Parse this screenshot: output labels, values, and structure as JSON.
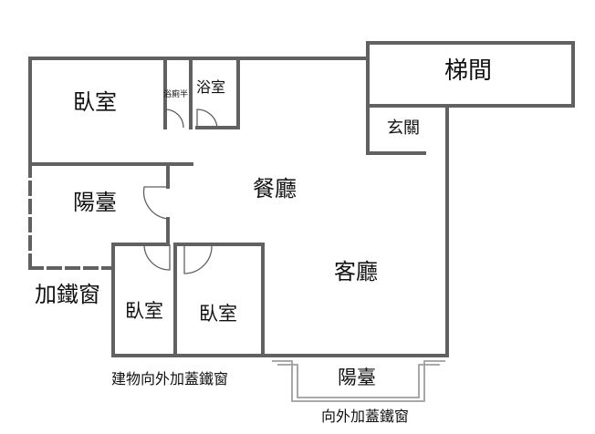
{
  "floorplan": {
    "colors": {
      "wall": "#616161",
      "outer_balcony": "#9e9e9e",
      "text": "#111111"
    },
    "rooms": {
      "bedroom_main": "臥室",
      "half_bath": "浴廁半",
      "bathroom": "浴室",
      "stairwell": "梯間",
      "foyer": "玄關",
      "balcony_left": "陽臺",
      "dining_room": "餐廳",
      "living_room": "客廳",
      "bedroom_small_a": "臥室",
      "bedroom_small_b": "臥室",
      "balcony_front": "陽臺"
    },
    "annotations": {
      "iron_window": "加鐵窗",
      "building_iron_window": "建物向外加蓋鐵窗",
      "outward_iron_window": "向外加蓋鐵窗"
    }
  }
}
